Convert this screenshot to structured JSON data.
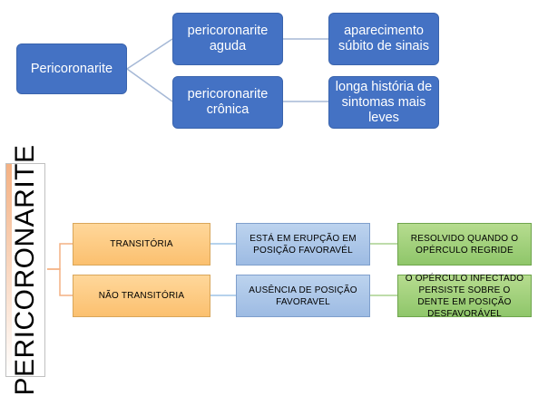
{
  "top_diagram": {
    "root": "Pericoronarite",
    "branches": [
      {
        "label": "pericoronarite aguda",
        "detail": "aparecimento súbito de sinais"
      },
      {
        "label": "pericoronarite crônica",
        "detail": "longa história de sintomas mais leves"
      }
    ],
    "colors": {
      "box": "#4472c4",
      "connector": "#a5b8d6",
      "text": "#ffffff"
    }
  },
  "bottom_diagram": {
    "title": "PERICORONARITE",
    "rows": [
      {
        "type": "TRANSITÓRIA",
        "condition": "ESTÁ EM ERUPÇÃO EM POSIÇÃO FAVORAVÉL",
        "outcome": "RESOLVIDO QUANDO O OPÉRCULO REGRIDE"
      },
      {
        "type": "NÃO TRANSITÓRIA",
        "condition": "AUSÊNCIA DE POSIÇÃO FAVORAVEL",
        "outcome": "O OPÉRCULO INFECTADO PERSISTE SOBRE O DENTE EM POSIÇÃO DESFAVORÁVEL"
      }
    ],
    "colors": {
      "type_box": "#fbc06f",
      "condition_box": "#9dbbe3",
      "outcome_box": "#8fc66a",
      "connector_1": "#f4b183",
      "connector_2": "#9dc3e6",
      "connector_3": "#a9d18e"
    }
  }
}
